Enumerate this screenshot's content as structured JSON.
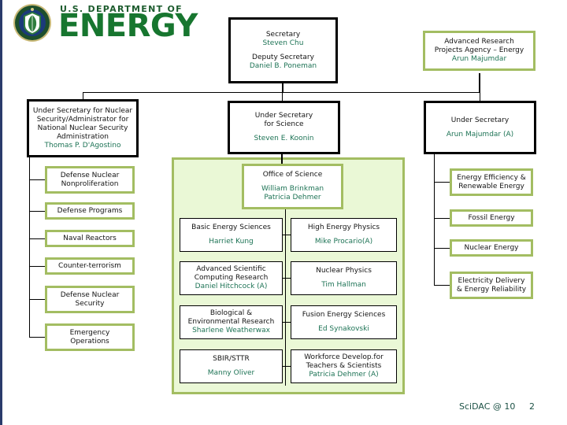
{
  "header": {
    "dept_line": "U.S. DEPARTMENT OF",
    "wordmark": "ENERGY",
    "seal_icon": "doe-seal-icon"
  },
  "secretary": {
    "title": "Secretary",
    "name": "Steven Chu",
    "deputy_title": "Deputy Secretary",
    "deputy_name": "Daniel B. Poneman"
  },
  "arpae": {
    "line1": "Advanced Research",
    "line2": "Projects Agency – Energy",
    "name": "Arun Majumdar"
  },
  "under_secretaries": {
    "nnsa": {
      "line1": "Under Secretary for Nuclear",
      "line2": "Security/Administrator for",
      "line3": "National Nuclear Security",
      "line4": "Administration",
      "name": "Thomas P. D'Agostino"
    },
    "science": {
      "line1": "Under Secretary",
      "line2": "for Science",
      "name": "Steven E. Koonin"
    },
    "energy": {
      "line1": "Under Secretary",
      "name": "Arun Majumdar (A)"
    }
  },
  "nnsa_offices": [
    {
      "lines": [
        "Defense Nuclear",
        "Nonproliferation"
      ]
    },
    {
      "lines": [
        "Defense Programs"
      ]
    },
    {
      "lines": [
        "Naval Reactors"
      ]
    },
    {
      "lines": [
        "Counter-terrorism"
      ]
    },
    {
      "lines": [
        "Defense Nuclear",
        "Security"
      ]
    },
    {
      "lines": [
        "Emergency",
        "Operations"
      ]
    }
  ],
  "energy_offices": [
    {
      "lines": [
        "Energy Efficiency &",
        "Renewable Energy"
      ]
    },
    {
      "lines": [
        "Fossil Energy"
      ]
    },
    {
      "lines": [
        "Nuclear Energy"
      ]
    },
    {
      "lines": [
        "Electricity Delivery",
        "& Energy Reliability"
      ]
    }
  ],
  "office_of_science": {
    "title": "Office of Science",
    "name1": "William Brinkman",
    "name2": "Patricia Dehmer",
    "programs": [
      {
        "titles": [
          "Basic Energy Sciences"
        ],
        "name": "Harriet Kung"
      },
      {
        "titles": [
          "High Energy Physics"
        ],
        "name": "Mike Procario(A)"
      },
      {
        "titles": [
          "Advanced Scientific",
          "Computing Research"
        ],
        "name": "Daniel Hitchcock (A)"
      },
      {
        "titles": [
          "Nuclear Physics"
        ],
        "name": "Tim Hallman"
      },
      {
        "titles": [
          "Biological &",
          "Environmental Research"
        ],
        "name": "Sharlene Weatherwax"
      },
      {
        "titles": [
          "Fusion Energy Sciences"
        ],
        "name": "Ed Synakovski"
      },
      {
        "titles": [
          "SBIR/STTR"
        ],
        "name": "Manny Oliver"
      },
      {
        "titles": [
          "Workforce Develop.for",
          "Teachers & Scientists"
        ],
        "name": "Patricia Dehmer (A)"
      }
    ]
  },
  "footer": {
    "conference": "SciDAC @ 10",
    "page": "2"
  },
  "colors": {
    "doe_green": "#17762f",
    "name_green": "#1d7355",
    "olive_border": "#a3bd62",
    "panel_bg": "#eaf8d6",
    "footer_text": "#1d5246",
    "edge_band": "#2a3b6b"
  }
}
